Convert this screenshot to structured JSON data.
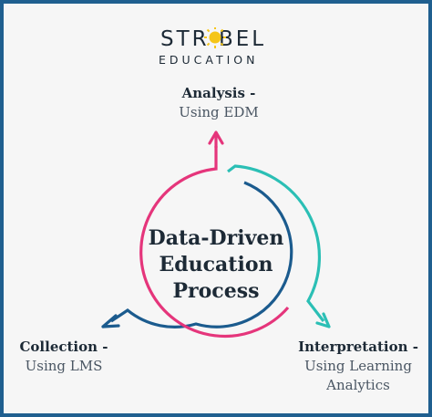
{
  "logo": {
    "line1": "STR BEL",
    "line2": "EDUCATION",
    "sun_color": "#f5c518"
  },
  "center": {
    "line1": "Data-Driven",
    "line2": "Education",
    "line3": "Process"
  },
  "stages": {
    "analysis": {
      "title": "Analysis -",
      "sub": "Using EDM"
    },
    "collection": {
      "title": "Collection -",
      "sub": "Using LMS"
    },
    "interpretation": {
      "title": "Interpretation -",
      "sub1": "Using Learning",
      "sub2": "Analytics"
    }
  },
  "colors": {
    "pink": "#e5357b",
    "teal": "#2bbfb5",
    "navy": "#1b5b8e",
    "border": "#1f5f8f",
    "text": "#1d2a36"
  }
}
